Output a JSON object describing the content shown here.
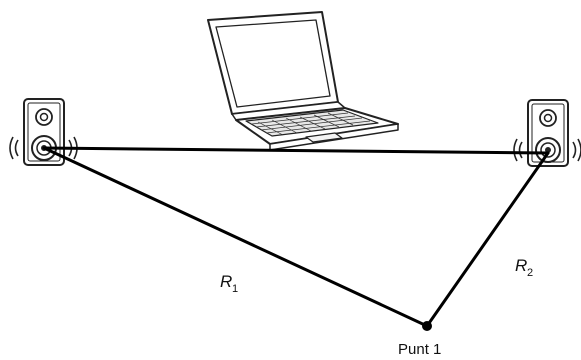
{
  "labels": {
    "r1": "R",
    "r1_sub": "1",
    "r2": "R",
    "r2_sub": "2",
    "point": "Punt 1"
  },
  "icons": {
    "laptop": "laptop-icon",
    "left_speaker": "speaker-icon",
    "right_speaker": "speaker-icon"
  },
  "colors": {
    "line": "#000000",
    "background": "#ffffff"
  }
}
